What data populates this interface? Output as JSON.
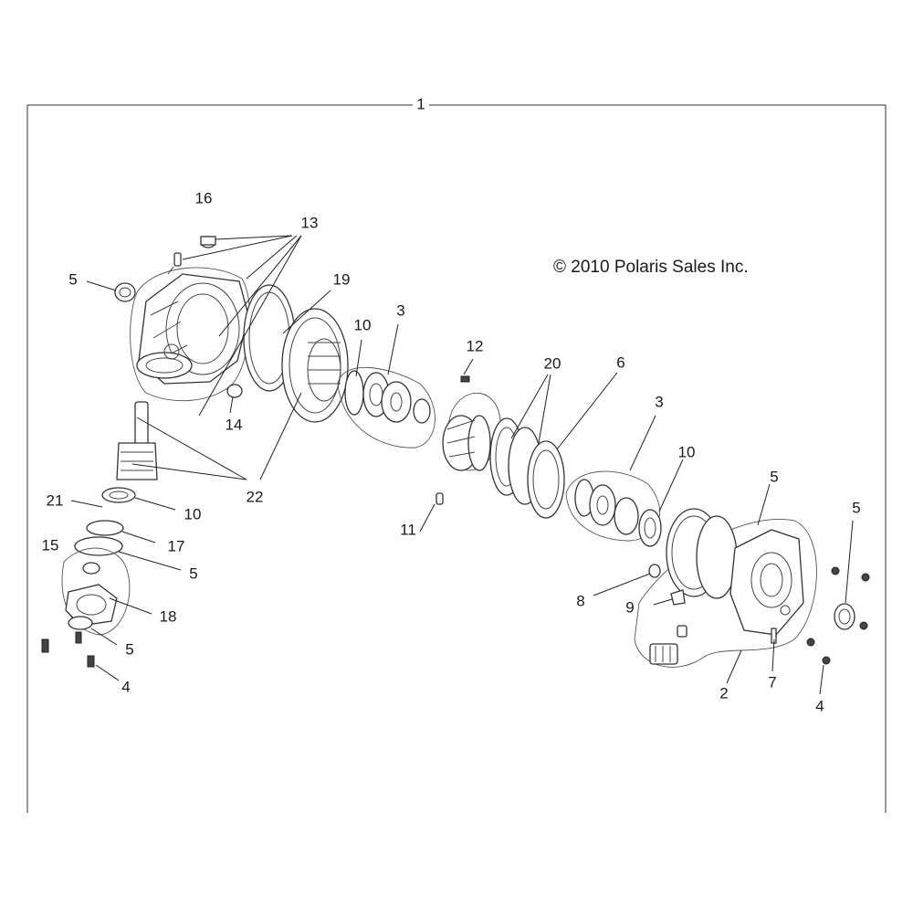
{
  "diagram": {
    "copyright": "© 2010 Polaris Sales Inc.",
    "callouts": [
      "1",
      "16",
      "13",
      "5",
      "19",
      "10",
      "3",
      "12",
      "20",
      "6",
      "3",
      "10",
      "5",
      "5",
      "14",
      "22",
      "21",
      "10",
      "17",
      "5",
      "15",
      "18",
      "5",
      "4",
      "11",
      "8",
      "9",
      "2",
      "7",
      "4"
    ]
  }
}
